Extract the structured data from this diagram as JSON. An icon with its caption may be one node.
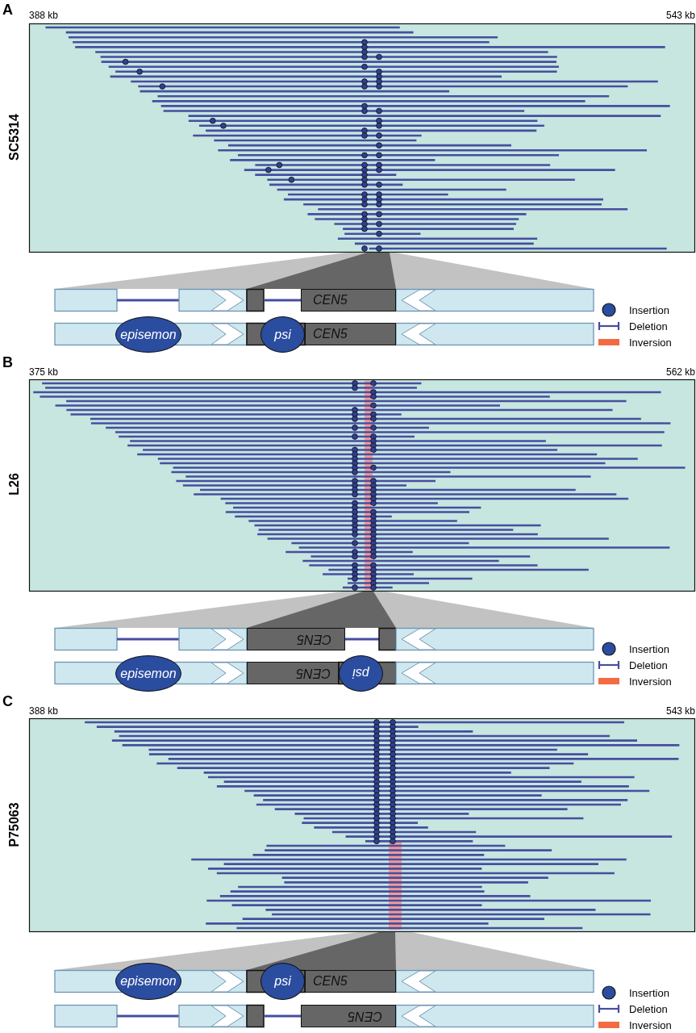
{
  "diagram": {
    "nodes": [
      {
        "text": [
          "CEN5"
        ]
      },
      {
        "text": [
          "episemon"
        ]
      },
      {
        "text": [
          "psi"
        ]
      },
      {
        "text": [
          "CEN5"
        ]
      },
      {
        "text": [
          "CEN5"
        ]
      },
      {
        "text": [
          "episemon"
        ]
      },
      {
        "text": [
          "CEN5"
        ]
      },
      {
        "text": [
          "psi"
        ]
      },
      {
        "text": [
          "episemon"
        ]
      },
      {
        "text": [
          "psi"
        ]
      },
      {
        "text": [
          "CEN5"
        ]
      },
      {
        "text": [
          "CEN5"
        ]
      }
    ],
    "labels": [
      "A",
      "388 kb",
      "543 kb",
      "SC5314",
      "B",
      "375 kb",
      "562 kb",
      "L26",
      "C",
      "388 kb",
      "543 kb",
      "P75063"
    ],
    "legend": [
      {
        "text": "Insertion"
      },
      {
        "text": "Deletion"
      },
      {
        "text": "Inversion",
        "color": "#f26b43"
      },
      {
        "text": "Insertion"
      },
      {
        "text": "Deletion"
      },
      {
        "text": "Inversion",
        "color": "#f26b43"
      },
      {
        "text": "Insertion"
      },
      {
        "text": "Deletion"
      },
      {
        "text": "Inversion",
        "color": "#f26b43"
      }
    ]
  }
}
